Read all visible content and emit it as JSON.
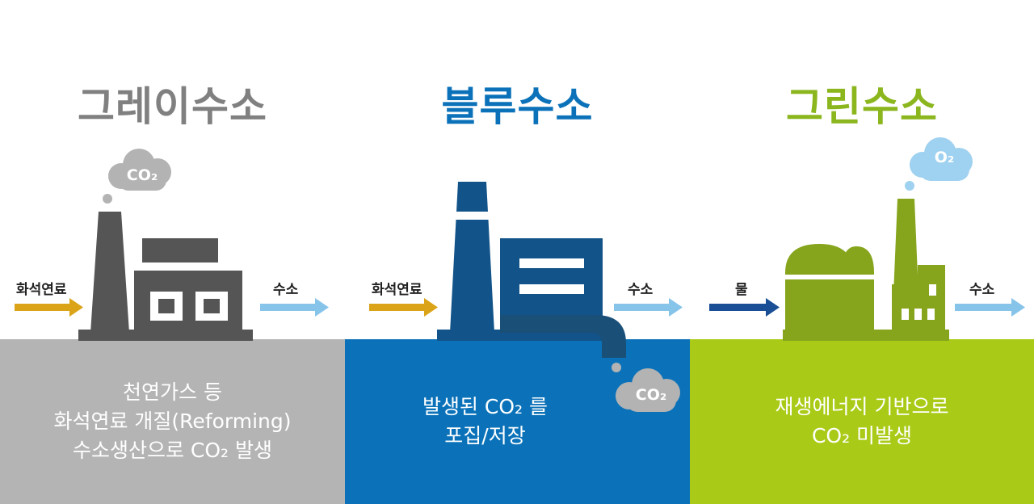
{
  "colors": {
    "gray": "#808080",
    "gray_bottom": "#b4b4b4",
    "gray_factory": "#555555",
    "blue": "#0b72b9",
    "blue_factory": "#125489",
    "green": "#8bb61e",
    "green_bottom": "#a9cb17",
    "green_factory": "#86a51c",
    "arrow_fuel": "#dba418",
    "arrow_hydrogen": "#86c4ea",
    "arrow_water": "#1a4f95",
    "cloud_gray": "#b3b3b3",
    "cloud_blue": "#9fd1f0"
  },
  "gray_panel": {
    "title": "그레이수소",
    "input_label": "화석연료",
    "output_label": "수소",
    "cloud_text": "CO₂",
    "description": [
      "천연가스 등",
      "화석연료 개질(Reforming)",
      "수소생산으로 CO₂ 발생"
    ]
  },
  "blue_panel": {
    "title": "블루수소",
    "input_label": "화석연료",
    "output_label": "수소",
    "cloud_text": "CO₂",
    "description": [
      "발생된 CO₂ 를",
      "포집/저장"
    ]
  },
  "green_panel": {
    "title": "그린수소",
    "input_label": "물",
    "output_label": "수소",
    "cloud_text": "O₂",
    "description": [
      "재생에너지 기반으로",
      "CO₂ 미발생"
    ]
  }
}
